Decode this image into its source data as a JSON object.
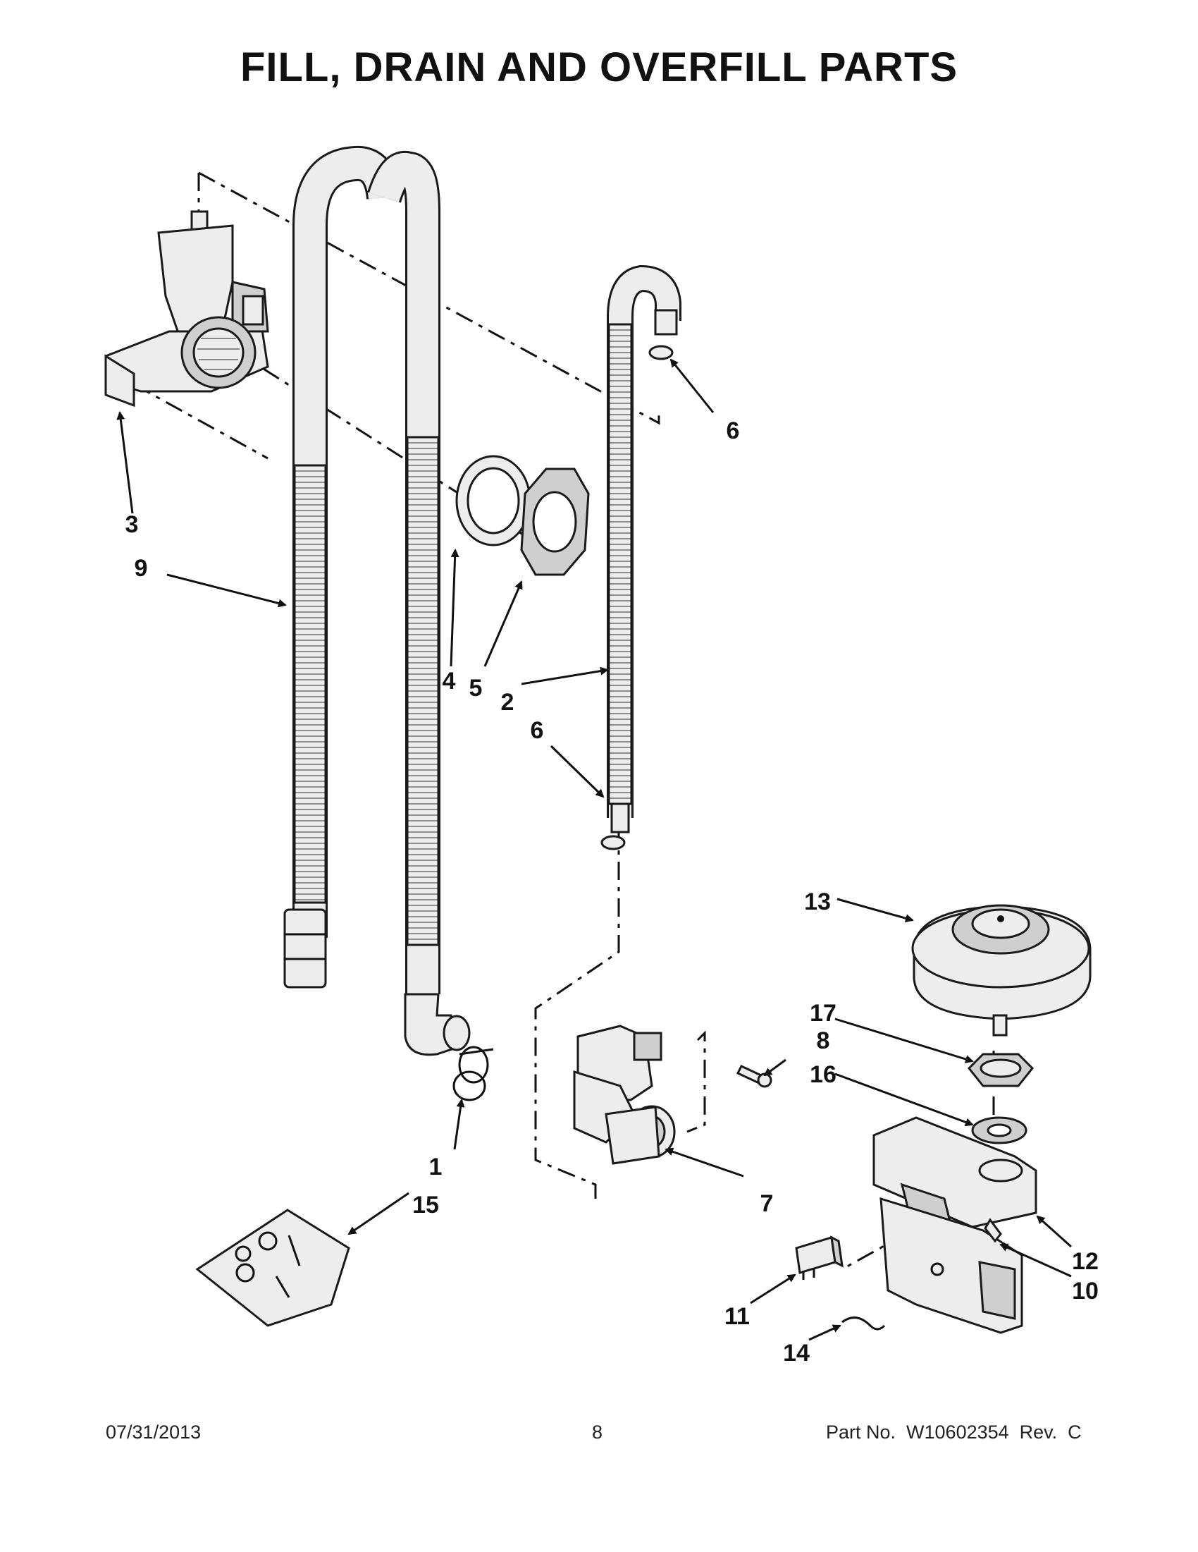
{
  "title": "FILL, DRAIN AND OVERFILL PARTS",
  "callouts": [
    {
      "id": "c3",
      "label": "3"
    },
    {
      "id": "c9",
      "label": "9"
    },
    {
      "id": "c4",
      "label": "4"
    },
    {
      "id": "c5",
      "label": "5"
    },
    {
      "id": "c2",
      "label": "2"
    },
    {
      "id": "c6a",
      "label": "6"
    },
    {
      "id": "c6b",
      "label": "6"
    },
    {
      "id": "c13",
      "label": "13"
    },
    {
      "id": "c17",
      "label": "17"
    },
    {
      "id": "c8",
      "label": "8"
    },
    {
      "id": "c16",
      "label": "16"
    },
    {
      "id": "c1",
      "label": "1"
    },
    {
      "id": "c15",
      "label": "15"
    },
    {
      "id": "c7",
      "label": "7"
    },
    {
      "id": "c12",
      "label": "12"
    },
    {
      "id": "c10",
      "label": "10"
    },
    {
      "id": "c11",
      "label": "11"
    },
    {
      "id": "c14",
      "label": "14"
    }
  ],
  "footer": {
    "date": "07/31/2013",
    "page": "8",
    "part_no": "Part No.  W10602354  Rev.  C"
  }
}
